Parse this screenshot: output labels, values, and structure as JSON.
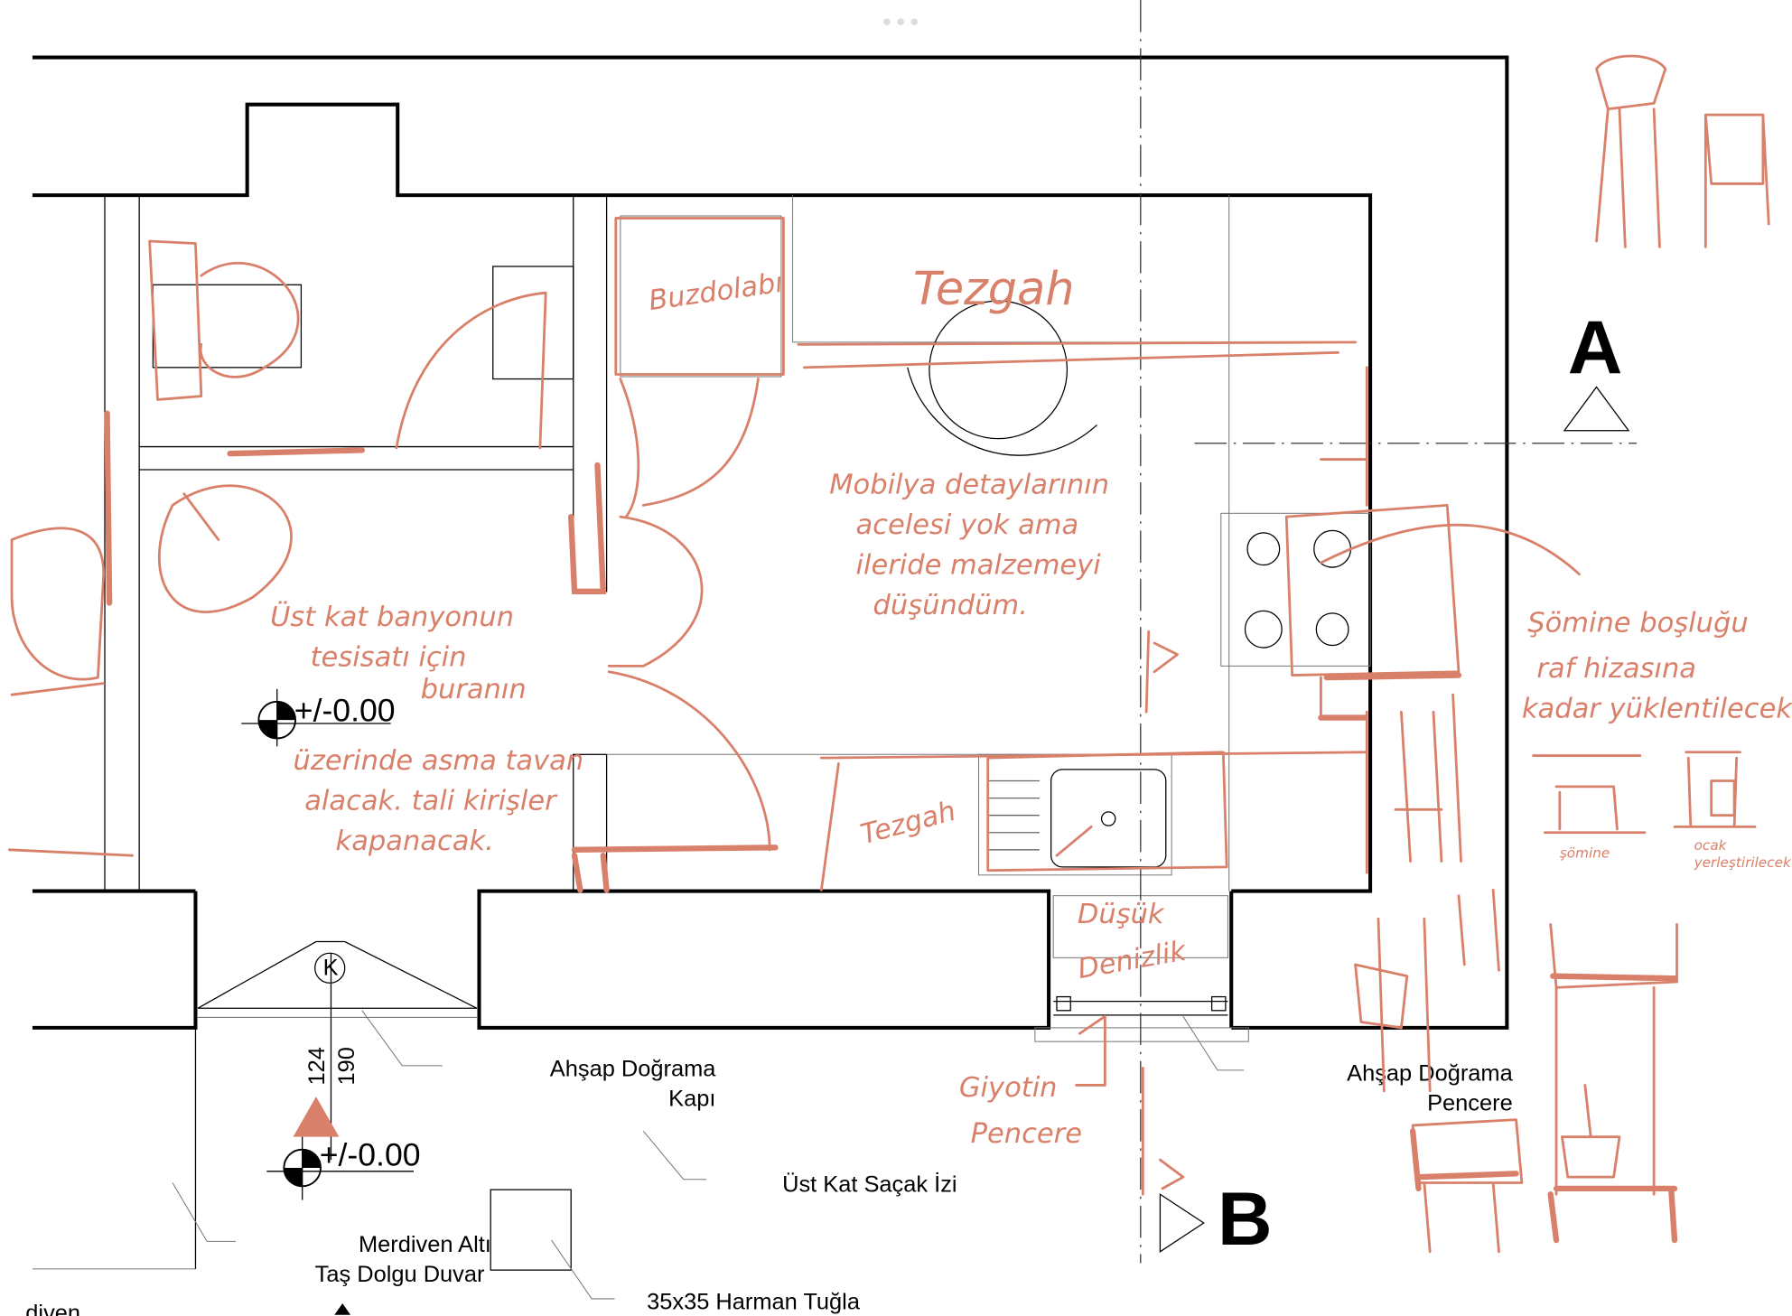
{
  "colors": {
    "annotation": "#d9806a",
    "drawing": "#000000"
  },
  "section_markers": {
    "a": "A",
    "b": "B"
  },
  "levels": {
    "upper": "+/-0.00",
    "lower": "+/-0.00"
  },
  "dimensions": {
    "first": "124",
    "second": "190"
  },
  "door_swing_mark": "K",
  "labels": {
    "door_line1": "Ahşap Doğrama",
    "door_line2": "Kapı",
    "window_line1": "Ahşap Doğrama",
    "window_line2": "Pencere",
    "eaves": "Üst Kat Saçak İzi",
    "stair_line1": "Merdiven Altı",
    "stair_line2": "Taş Dolgu Duvar",
    "brick": "35x35 Harman Tuğla",
    "stair_partial": "diven"
  },
  "handwritten": {
    "fridge": "Buzdolabı",
    "counter_top": "Tezgah",
    "counter_bottom": "Tezgah",
    "furniture_note": [
      "Mobilya detaylarının",
      "acelesi yok ama",
      "ileride malzemeyi",
      "düşündüm."
    ],
    "bathroom_note": [
      "Üst kat banyonun",
      "tesisatı için",
      "buranın",
      "üzerinde asma tavan",
      "alacak. tali kirişler",
      "kapanacak."
    ],
    "sill": [
      "Düşük",
      "Denizlik"
    ],
    "sash_window": [
      "Giyotin",
      "Pencere"
    ],
    "fireplace_note": [
      "Şömine boşluğu",
      "raf hizasına",
      "kadar yüklentilecek"
    ],
    "fireplace_caption": "şömine",
    "stove_caption": [
      "ocak",
      "yerleştirilecek"
    ]
  }
}
